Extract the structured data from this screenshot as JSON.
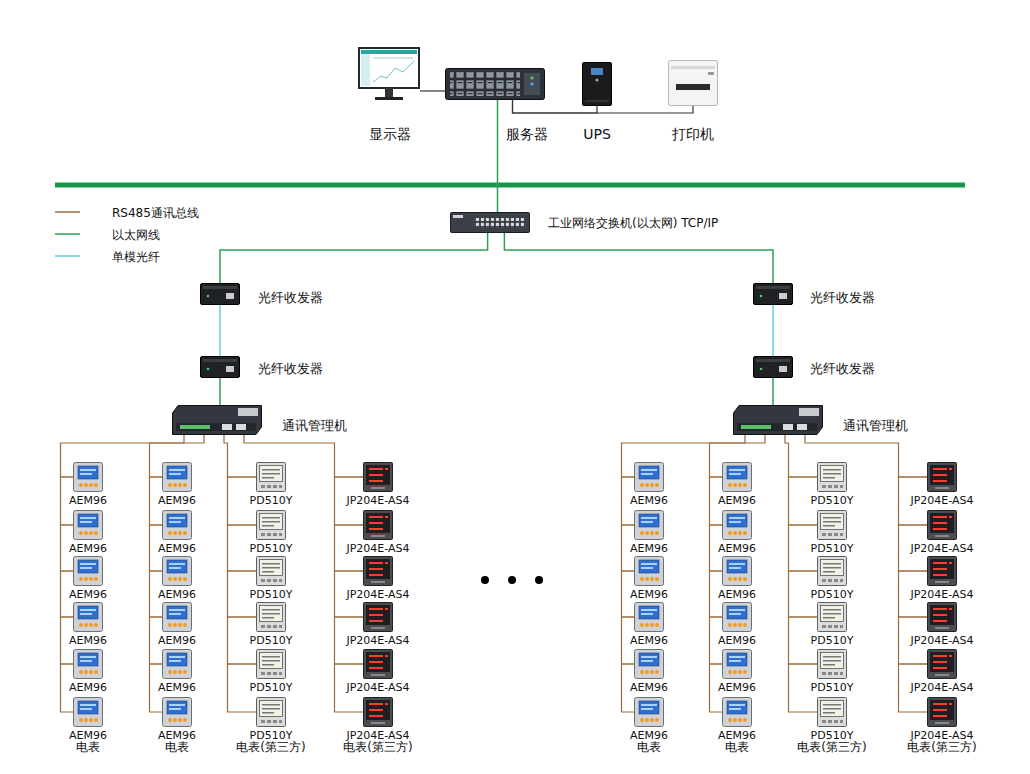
{
  "diagram": {
    "nodes": [
      {
        "text": [
          "显示器"
        ]
      },
      {
        "text": [
          "服务器"
        ]
      },
      {
        "text": [
          "UPS"
        ]
      },
      {
        "text": [
          "打印机"
        ]
      },
      {
        "text": [
          "工业网络交换机(以太网) TCP/IP"
        ]
      },
      {
        "text": [
          "光纤收发器"
        ]
      },
      {
        "text": [
          "光纤收发器"
        ]
      },
      {
        "text": [
          "通讯管理机"
        ]
      },
      {
        "text": [
          "光纤收发器"
        ]
      },
      {
        "text": [
          "光纤收发器"
        ]
      },
      {
        "text": [
          "通讯管理机"
        ]
      },
      {
        "text": [
          "AEM96"
        ]
      },
      {
        "text": [
          "AEM96"
        ]
      },
      {
        "text": [
          "AEM96"
        ]
      },
      {
        "text": [
          "AEM96"
        ]
      },
      {
        "text": [
          "AEM96"
        ]
      },
      {
        "text": [
          "AEM96",
          "电表"
        ]
      },
      {
        "text": [
          "AEM96"
        ]
      },
      {
        "text": [
          "AEM96"
        ]
      },
      {
        "text": [
          "AEM96"
        ]
      },
      {
        "text": [
          "AEM96"
        ]
      },
      {
        "text": [
          "AEM96"
        ]
      },
      {
        "text": [
          "AEM96",
          "电表"
        ]
      },
      {
        "text": [
          "PD510Y"
        ]
      },
      {
        "text": [
          "PD510Y"
        ]
      },
      {
        "text": [
          "PD510Y"
        ]
      },
      {
        "text": [
          "PD510Y"
        ]
      },
      {
        "text": [
          "PD510Y"
        ]
      },
      {
        "text": [
          "PD510Y",
          "电表(第三方)"
        ]
      },
      {
        "text": [
          "JP204E-AS4"
        ]
      },
      {
        "text": [
          "JP204E-AS4"
        ]
      },
      {
        "text": [
          "JP204E-AS4"
        ]
      },
      {
        "text": [
          "JP204E-AS4"
        ]
      },
      {
        "text": [
          "JP204E-AS4"
        ]
      },
      {
        "text": [
          "JP204E-AS4",
          "电表(第三方)"
        ]
      },
      {
        "text": [
          "AEM96"
        ]
      },
      {
        "text": [
          "AEM96"
        ]
      },
      {
        "text": [
          "AEM96"
        ]
      },
      {
        "text": [
          "AEM96"
        ]
      },
      {
        "text": [
          "AEM96"
        ]
      },
      {
        "text": [
          "AEM96",
          "电表"
        ]
      },
      {
        "text": [
          "AEM96"
        ]
      },
      {
        "text": [
          "AEM96"
        ]
      },
      {
        "text": [
          "AEM96"
        ]
      },
      {
        "text": [
          "AEM96"
        ]
      },
      {
        "text": [
          "AEM96"
        ]
      },
      {
        "text": [
          "AEM96",
          "电表"
        ]
      },
      {
        "text": [
          "PD510Y"
        ]
      },
      {
        "text": [
          "PD510Y"
        ]
      },
      {
        "text": [
          "PD510Y"
        ]
      },
      {
        "text": [
          "PD510Y"
        ]
      },
      {
        "text": [
          "PD510Y"
        ]
      },
      {
        "text": [
          "PD510Y",
          "电表(第三方)"
        ]
      },
      {
        "text": [
          "JP204E-AS4"
        ]
      },
      {
        "text": [
          "JP204E-AS4"
        ]
      },
      {
        "text": [
          "JP204E-AS4"
        ]
      },
      {
        "text": [
          "JP204E-AS4"
        ]
      },
      {
        "text": [
          "JP204E-AS4"
        ]
      },
      {
        "text": [
          "JP204E-AS4",
          "电表(第三方)"
        ]
      }
    ],
    "edges": [
      {
        "from": 0,
        "to": 1,
        "arrow": "none"
      },
      {
        "from": 1,
        "to": 2,
        "arrow": "none"
      },
      {
        "from": 1,
        "to": 3,
        "arrow": "none"
      },
      {
        "from": 1,
        "to": 4,
        "arrow": "none"
      },
      {
        "from": 4,
        "to": 5,
        "arrow": "none"
      },
      {
        "from": 5,
        "to": 6,
        "arrow": "none"
      },
      {
        "from": 6,
        "to": 7,
        "arrow": "none"
      },
      {
        "from": 4,
        "to": 8,
        "arrow": "none"
      },
      {
        "from": 8,
        "to": 9,
        "arrow": "none"
      },
      {
        "from": 9,
        "to": 10,
        "arrow": "none"
      },
      {
        "from": 7,
        "to": 11,
        "arrow": "none"
      },
      {
        "from": 7,
        "to": 17,
        "arrow": "none"
      },
      {
        "from": 7,
        "to": 23,
        "arrow": "none"
      },
      {
        "from": 7,
        "to": 29,
        "arrow": "none"
      },
      {
        "from": 11,
        "to": 12,
        "arrow": "none"
      },
      {
        "from": 12,
        "to": 13,
        "arrow": "none"
      },
      {
        "from": 13,
        "to": 14,
        "arrow": "none"
      },
      {
        "from": 14,
        "to": 15,
        "arrow": "none"
      },
      {
        "from": 15,
        "to": 16,
        "arrow": "none"
      },
      {
        "from": 17,
        "to": 18,
        "arrow": "none"
      },
      {
        "from": 18,
        "to": 19,
        "arrow": "none"
      },
      {
        "from": 19,
        "to": 20,
        "arrow": "none"
      },
      {
        "from": 20,
        "to": 21,
        "arrow": "none"
      },
      {
        "from": 21,
        "to": 22,
        "arrow": "none"
      },
      {
        "from": 23,
        "to": 24,
        "arrow": "none"
      },
      {
        "from": 24,
        "to": 25,
        "arrow": "none"
      },
      {
        "from": 25,
        "to": 26,
        "arrow": "none"
      },
      {
        "from": 26,
        "to": 27,
        "arrow": "none"
      },
      {
        "from": 27,
        "to": 28,
        "arrow": "none"
      },
      {
        "from": 29,
        "to": 30,
        "arrow": "none"
      },
      {
        "from": 30,
        "to": 31,
        "arrow": "none"
      },
      {
        "from": 31,
        "to": 32,
        "arrow": "none"
      },
      {
        "from": 32,
        "to": 33,
        "arrow": "none"
      },
      {
        "from": 33,
        "to": 34,
        "arrow": "none"
      },
      {
        "from": 10,
        "to": 35,
        "arrow": "none"
      },
      {
        "from": 10,
        "to": 41,
        "arrow": "none"
      },
      {
        "from": 10,
        "to": 47,
        "arrow": "none"
      },
      {
        "from": 10,
        "to": 53,
        "arrow": "none"
      },
      {
        "from": 35,
        "to": 36,
        "arrow": "none"
      },
      {
        "from": 36,
        "to": 37,
        "arrow": "none"
      },
      {
        "from": 37,
        "to": 38,
        "arrow": "none"
      },
      {
        "from": 38,
        "to": 39,
        "arrow": "none"
      },
      {
        "from": 39,
        "to": 40,
        "arrow": "none"
      },
      {
        "from": 41,
        "to": 42,
        "arrow": "none"
      },
      {
        "from": 42,
        "to": 43,
        "arrow": "none"
      },
      {
        "from": 43,
        "to": 44,
        "arrow": "none"
      },
      {
        "from": 44,
        "to": 45,
        "arrow": "none"
      },
      {
        "from": 45,
        "to": 46,
        "arrow": "none"
      },
      {
        "from": 47,
        "to": 48,
        "arrow": "none"
      },
      {
        "from": 48,
        "to": 49,
        "arrow": "none"
      },
      {
        "from": 49,
        "to": 50,
        "arrow": "none"
      },
      {
        "from": 50,
        "to": 51,
        "arrow": "none"
      },
      {
        "from": 51,
        "to": 52,
        "arrow": "none"
      },
      {
        "from": 53,
        "to": 54,
        "arrow": "none"
      },
      {
        "from": 54,
        "to": 55,
        "arrow": "none"
      },
      {
        "from": 55,
        "to": 56,
        "arrow": "none"
      },
      {
        "from": 56,
        "to": 57,
        "arrow": "none"
      },
      {
        "from": 57,
        "to": 58,
        "arrow": "none"
      }
    ],
    "legend": [
      {
        "text": "RS485通讯总线"
      },
      {
        "text": "以太网线"
      },
      {
        "text": "单模光纤"
      }
    ]
  }
}
